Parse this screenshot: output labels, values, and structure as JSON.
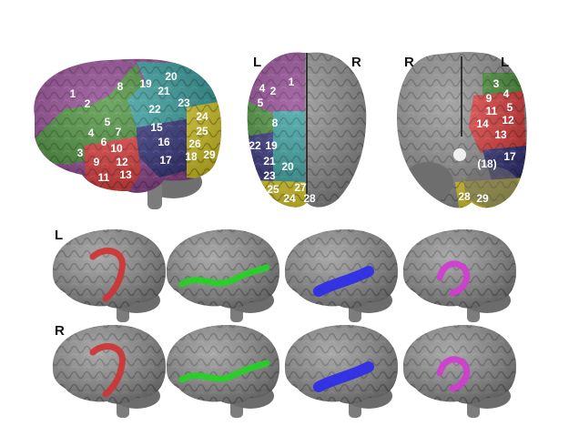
{
  "panel_labels": {
    "top_middle_left": "L",
    "top_middle_right": "R",
    "top_right_left": "R",
    "top_right_right": "L",
    "row_bottom_1": "L",
    "row_bottom_2": "R"
  },
  "colors": {
    "purple": "#8a3a8a",
    "green": "#3e8a2e",
    "teal": "#2a9a9a",
    "navy": "#2a2a7a",
    "red": "#e03030",
    "yellow": "#e2d21e",
    "brain_gray": "#8a8a8a",
    "tract_red": "#d23232",
    "tract_green": "#22d422",
    "tract_blue": "#2a2aee",
    "tract_magenta": "#d43ad4"
  },
  "lateral_regions": [
    {
      "label": "1",
      "color": "purple"
    },
    {
      "label": "2",
      "color": "purple"
    },
    {
      "label": "3",
      "color": "green"
    },
    {
      "label": "4",
      "color": "green"
    },
    {
      "label": "5",
      "color": "green"
    },
    {
      "label": "6",
      "color": "green"
    },
    {
      "label": "7",
      "color": "green"
    },
    {
      "label": "8",
      "color": "green"
    },
    {
      "label": "9",
      "color": "red"
    },
    {
      "label": "10",
      "color": "red"
    },
    {
      "label": "11",
      "color": "red"
    },
    {
      "label": "12",
      "color": "red"
    },
    {
      "label": "13",
      "color": "red"
    },
    {
      "label": "15",
      "color": "navy"
    },
    {
      "label": "16",
      "color": "navy"
    },
    {
      "label": "17",
      "color": "navy"
    },
    {
      "label": "18",
      "color": "yellow"
    },
    {
      "label": "19",
      "color": "teal"
    },
    {
      "label": "20",
      "color": "teal"
    },
    {
      "label": "21",
      "color": "teal"
    },
    {
      "label": "22",
      "color": "teal"
    },
    {
      "label": "23",
      "color": "teal"
    },
    {
      "label": "24",
      "color": "yellow"
    },
    {
      "label": "25",
      "color": "yellow"
    },
    {
      "label": "26",
      "color": "yellow"
    },
    {
      "label": "29",
      "color": "yellow"
    }
  ],
  "dorsal_regions": [
    {
      "label": "1"
    },
    {
      "label": "2"
    },
    {
      "label": "4"
    },
    {
      "label": "5"
    },
    {
      "label": "8"
    },
    {
      "label": "22"
    },
    {
      "label": "19"
    },
    {
      "label": "21"
    },
    {
      "label": "23"
    },
    {
      "label": "20"
    },
    {
      "label": "25"
    },
    {
      "label": "24"
    },
    {
      "label": "27"
    },
    {
      "label": "28"
    }
  ],
  "ventral_regions": [
    {
      "label": "3"
    },
    {
      "label": "4"
    },
    {
      "label": "9"
    },
    {
      "label": "5"
    },
    {
      "label": "11"
    },
    {
      "label": "12"
    },
    {
      "label": "14"
    },
    {
      "label": "13"
    },
    {
      "label": "(18)"
    },
    {
      "label": "17"
    },
    {
      "label": "28"
    },
    {
      "label": "29"
    }
  ]
}
